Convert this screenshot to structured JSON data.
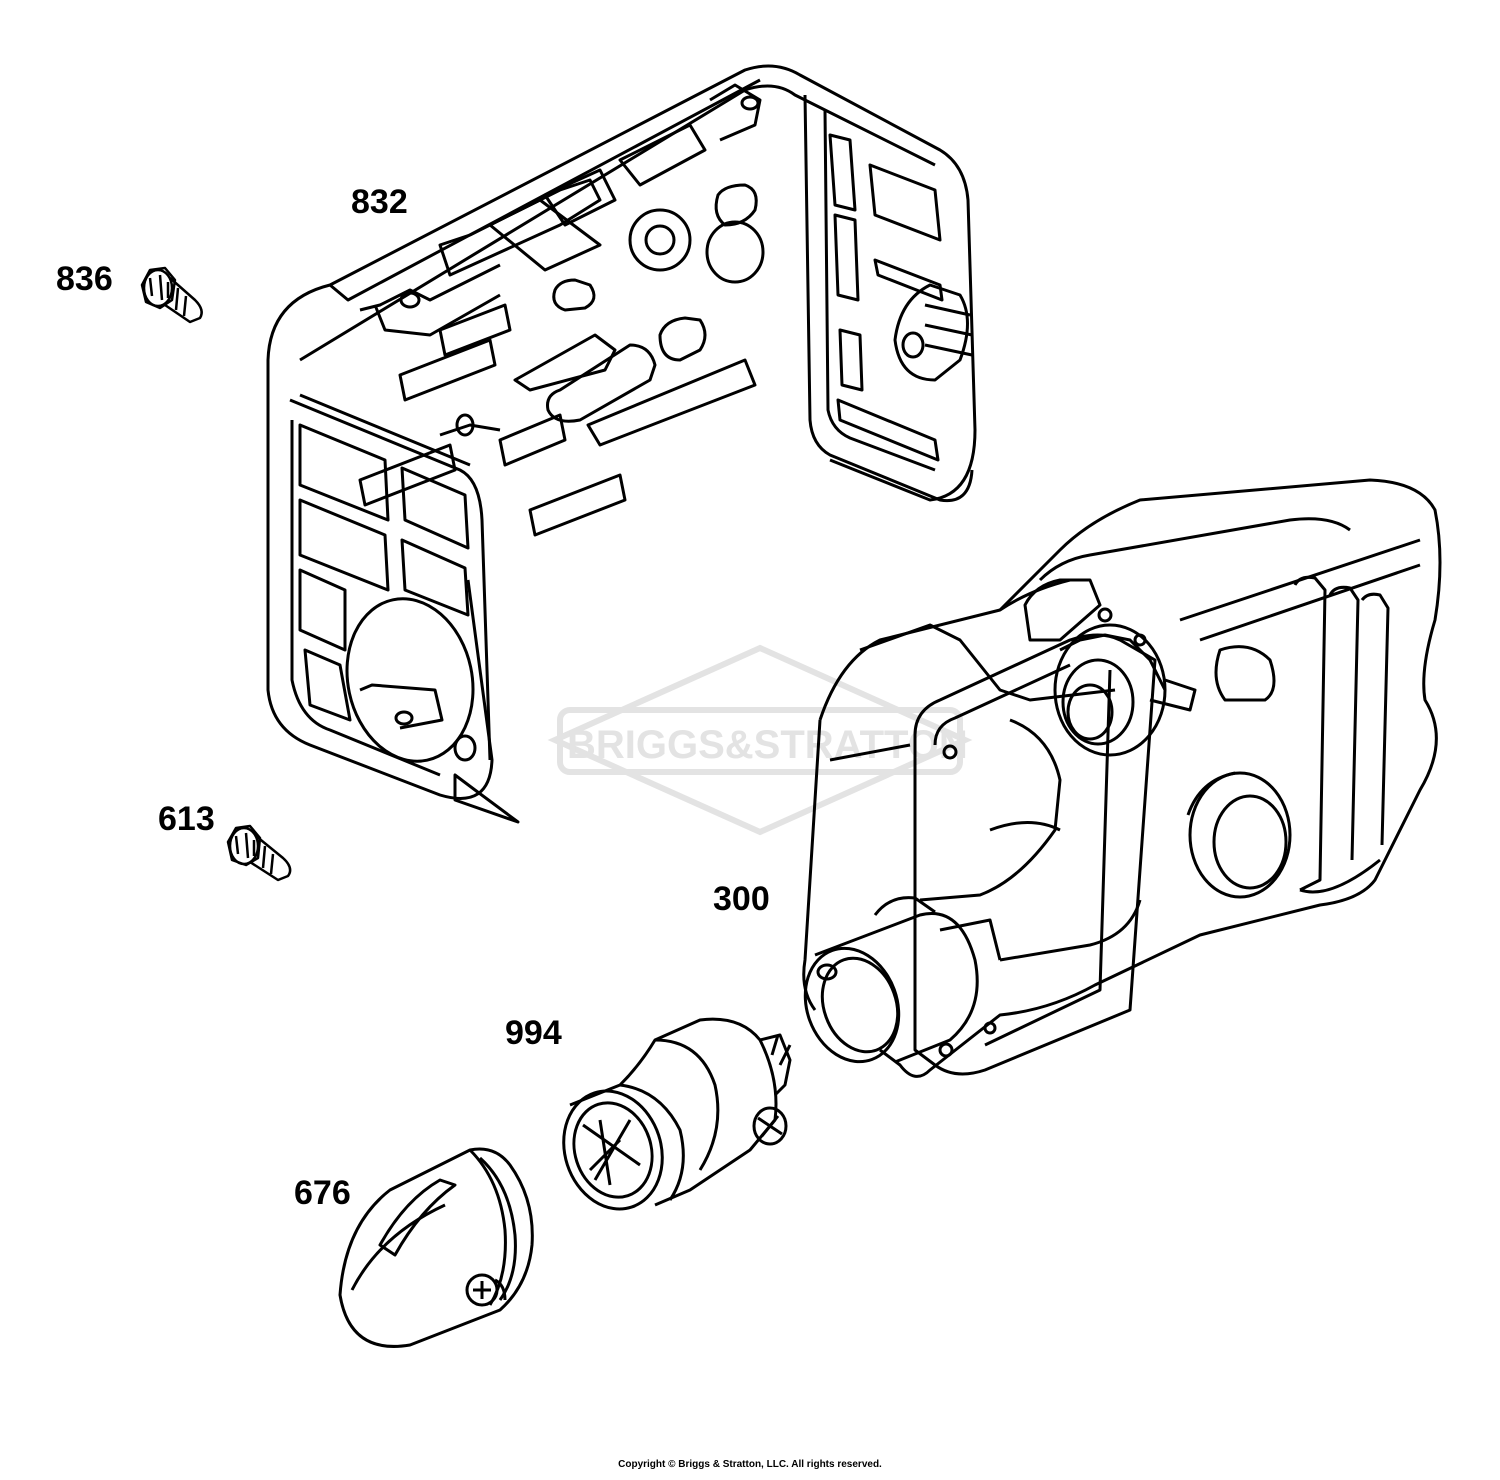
{
  "labels": {
    "p832": "832",
    "p836": "836",
    "p613": "613",
    "p300": "300",
    "p994": "994",
    "p676": "676"
  },
  "watermark": {
    "text": "BRIGGS&STRATTON",
    "color": "#e6e6e6"
  },
  "copyright": "Copyright © Briggs & Stratton, LLC. All rights reserved.",
  "colors": {
    "line": "#000000",
    "background": "#ffffff"
  }
}
